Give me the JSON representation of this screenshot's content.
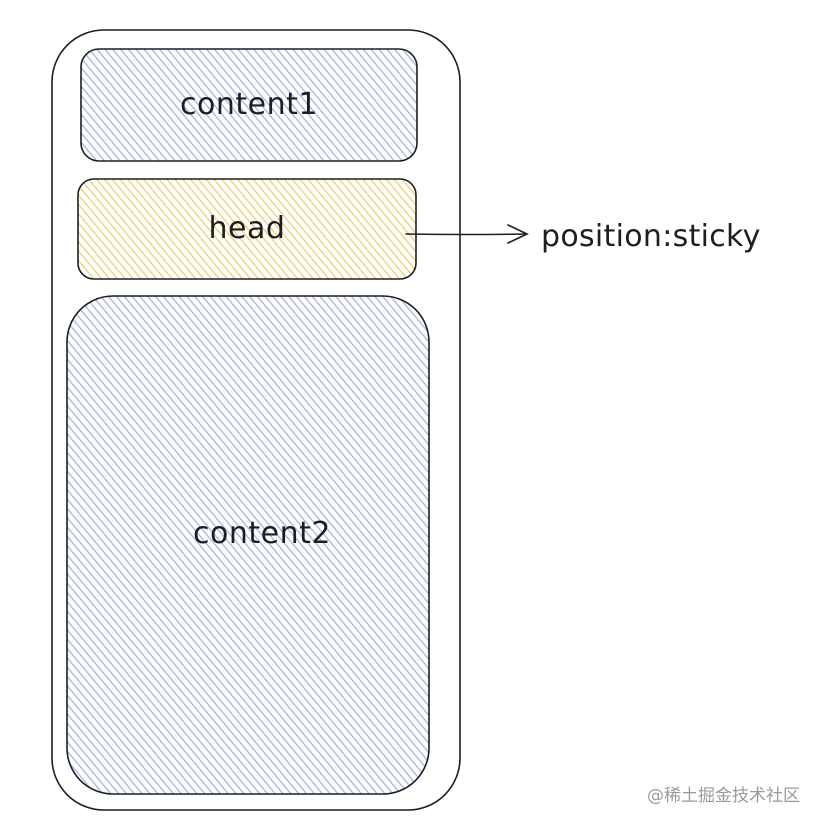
{
  "diagram": {
    "boxes": [
      {
        "id": "content1",
        "label": "content1",
        "fill": "#a5b4e6"
      },
      {
        "id": "head",
        "label": "head",
        "fill": "#ecd27a"
      },
      {
        "id": "content2",
        "label": "content2",
        "fill": "#a5b4e6"
      }
    ],
    "annotation": {
      "label": "position:sticky",
      "points_to": "head"
    },
    "stroke_color": "#1e1e1e",
    "container_fill": "#ffffff"
  },
  "watermark": "@稀土掘金技术社区"
}
